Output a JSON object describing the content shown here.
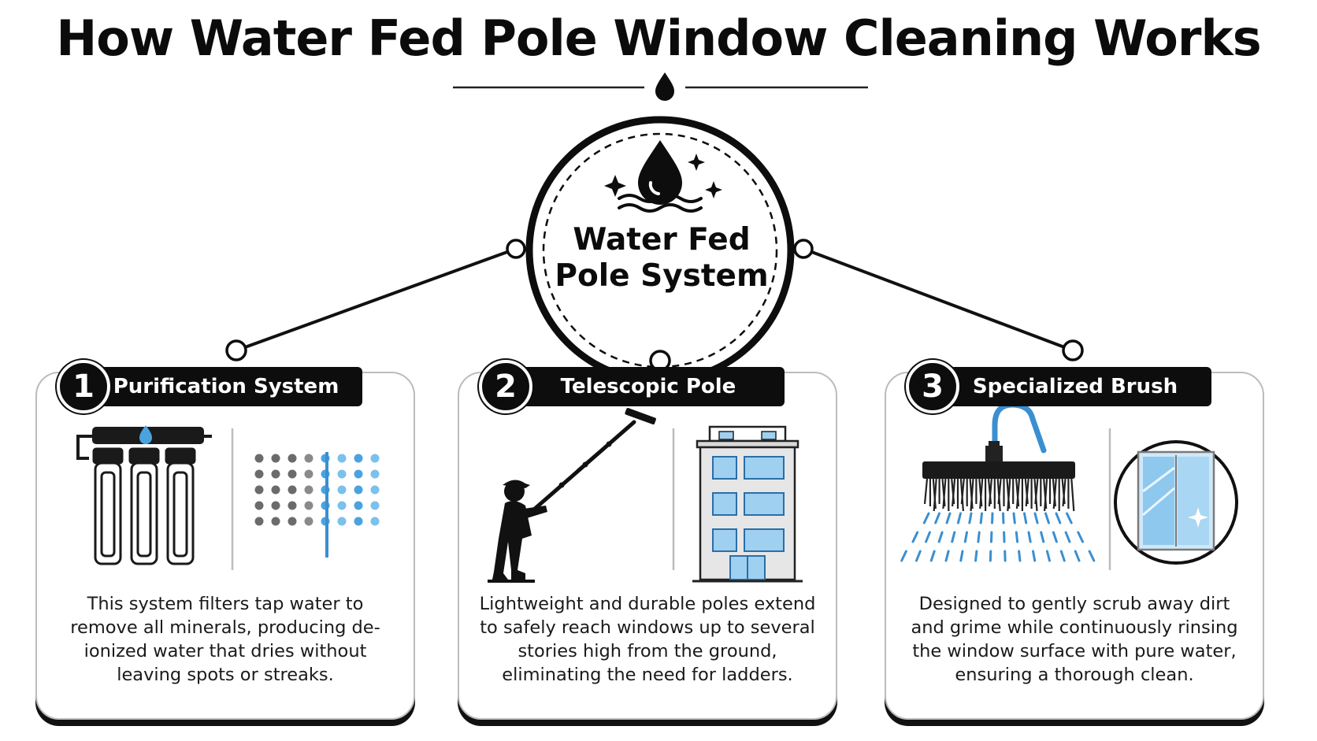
{
  "title": "How Water Fed Pole Window Cleaning Works",
  "center": {
    "label_line1": "Water Fed",
    "label_line2": "Pole System"
  },
  "steps": [
    {
      "number": "1",
      "title": "Purification System",
      "description": "This system filters tap water to remove all minerals, producing de-ionized water that dries without leaving spots or streaks."
    },
    {
      "number": "2",
      "title": "Telescopic Pole",
      "description": "Lightweight and durable poles extend to safely reach windows up to several stories high from the ground, eliminating the need for ladders."
    },
    {
      "number": "3",
      "title": "Specialized Brush",
      "description": "Designed to gently scrub away dirt and grime while continuously rinsing the window surface with pure water, ensuring a thorough clean."
    }
  ],
  "colors": {
    "ink": "#0d0d0d",
    "water_blue": "#4aa3df",
    "light_blue": "#9fd0f0",
    "gray_dot": "#6b6b6b",
    "card_border": "#bcbcbc"
  },
  "icons": [
    "water-drop-icon",
    "sparkle-icon",
    "wave-icon",
    "filter-icon",
    "building-icon",
    "worker-icon",
    "brush-icon",
    "window-icon"
  ]
}
